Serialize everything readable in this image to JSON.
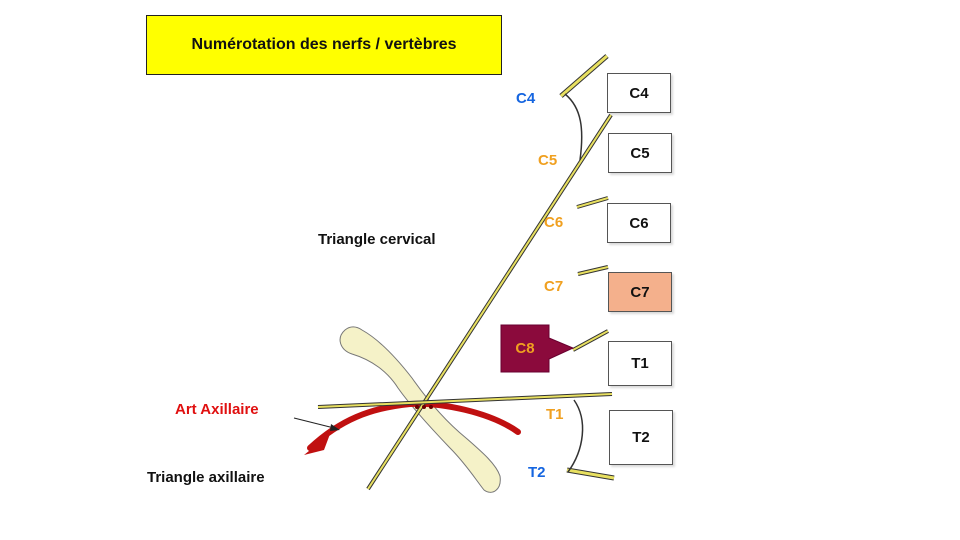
{
  "title": "Numérotation des nerfs / vertèbres",
  "vertebrae": [
    {
      "label": "C4"
    },
    {
      "label": "C5"
    },
    {
      "label": "C6"
    },
    {
      "label": "C7",
      "fill": "#f4b08c"
    },
    {
      "label": "T1"
    },
    {
      "label": "T2"
    }
  ],
  "nerves": [
    {
      "label": "C4",
      "color": "#1565e0"
    },
    {
      "label": "C5",
      "color": "#f0a020"
    },
    {
      "label": "C6",
      "color": "#f0a020"
    },
    {
      "label": "C7",
      "color": "#f0a020"
    },
    {
      "label": "T1",
      "color": "#f0a020"
    },
    {
      "label": "T2",
      "color": "#1565e0"
    }
  ],
  "c8": {
    "label": "C8",
    "fill": "#8b0a3c",
    "text_color": "#f0a020"
  },
  "regions": {
    "cervical": "Triangle cervical",
    "axillary": "Triangle axillaire"
  },
  "artery": {
    "label": "Art Axillaire",
    "color": "#e01010"
  },
  "colors": {
    "title_bg": "#ffff00",
    "nerve": "#e8e060",
    "clavicle": "#f5f2c8"
  }
}
